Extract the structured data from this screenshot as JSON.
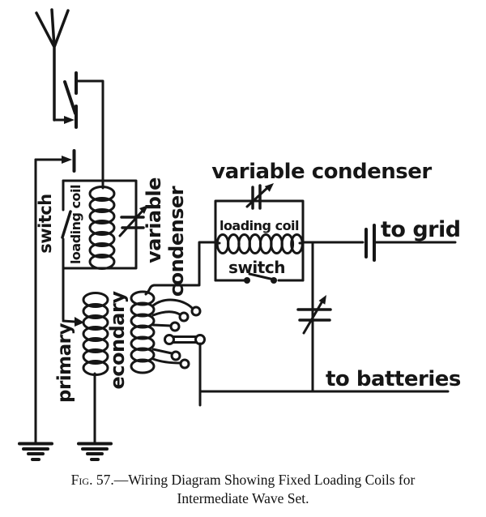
{
  "labels": {
    "switch_left": "switch",
    "loading_coil_left": "loading coil",
    "variable_condenser_left_line1": "variable",
    "variable_condenser_left_line2": "condenser",
    "variable_condenser_top": "variable condenser",
    "loading_coil_right": "loading coil",
    "switch_right": "switch",
    "to_grid": "to grid",
    "primary": "primary",
    "secondary": "econdary",
    "to_batteries": "to batteries"
  },
  "caption": {
    "fig_label": "Fig.",
    "line1_rest": "57.—Wiring Diagram Showing Fixed Loading Coils for",
    "line2": "Intermediate Wave Set."
  },
  "colors": {
    "ink": "#161616",
    "paper": "#ffffff"
  }
}
